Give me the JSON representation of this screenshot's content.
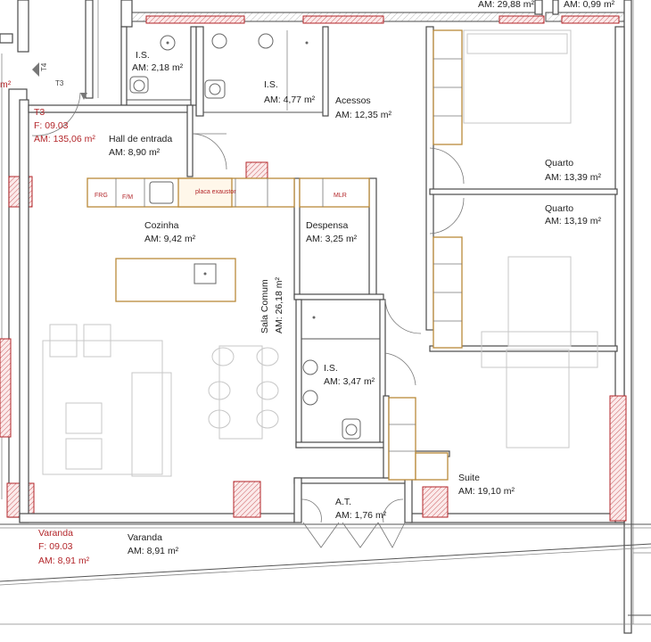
{
  "labels": {
    "top_area_1": "AM: 29,88 m²",
    "top_area_2": "AM: 0,99 m²",
    "t4_marker": "T4",
    "t3_marker": "T3",
    "partial_m2": "m²",
    "t3_title": "T3",
    "t3_floor": "F: 09.03",
    "t3_area": "AM: 135,06 m²",
    "is_small_name": "I.S.",
    "is_small_area": "AM: 2,18 m²",
    "is_mid_name": "I.S.",
    "is_mid_area": "AM: 4,77 m²",
    "acessos_name": "Acessos",
    "acessos_area": "AM: 12,35 m²",
    "hall_name": "Hall de entrada",
    "hall_area": "AM:        8,90 m²",
    "quarto1_name": "Quarto",
    "quarto1_area": "AM: 13,39 m²",
    "quarto2_name": "Quarto",
    "quarto2_area": "AM: 13,19 m²",
    "frg": "FRG",
    "fm": "F/M",
    "exaustor": "placa exaustor",
    "mlr": "MLR",
    "cozinha_name": "Cozinha",
    "cozinha_area": "AM: 9,42 m²",
    "despensa_name": "Despensa",
    "despensa_area": "AM: 3,25 m²",
    "sala_name": "Sala Comum",
    "sala_area": "AM: 26,18 m²",
    "is_low_name": "I.S.",
    "is_low_area": "AM: 3,47 m²",
    "suite_name": "Suite",
    "suite_area": "AM: 19,10 m²",
    "at_name": "A.T.",
    "at_area": "AM: 1,76 m²",
    "varanda_red_name": "Varanda",
    "varanda_red_floor": "F: 09.03",
    "varanda_red_area": "AM: 8,91 m²",
    "varanda_name": "Varanda",
    "varanda_area": "AM: 8,91 m²"
  },
  "colors": {
    "wall": "#4a4a4a",
    "cabinet": "#b98a3a",
    "structure_red": "#b3262a",
    "furniture": "#c7c7c7"
  }
}
